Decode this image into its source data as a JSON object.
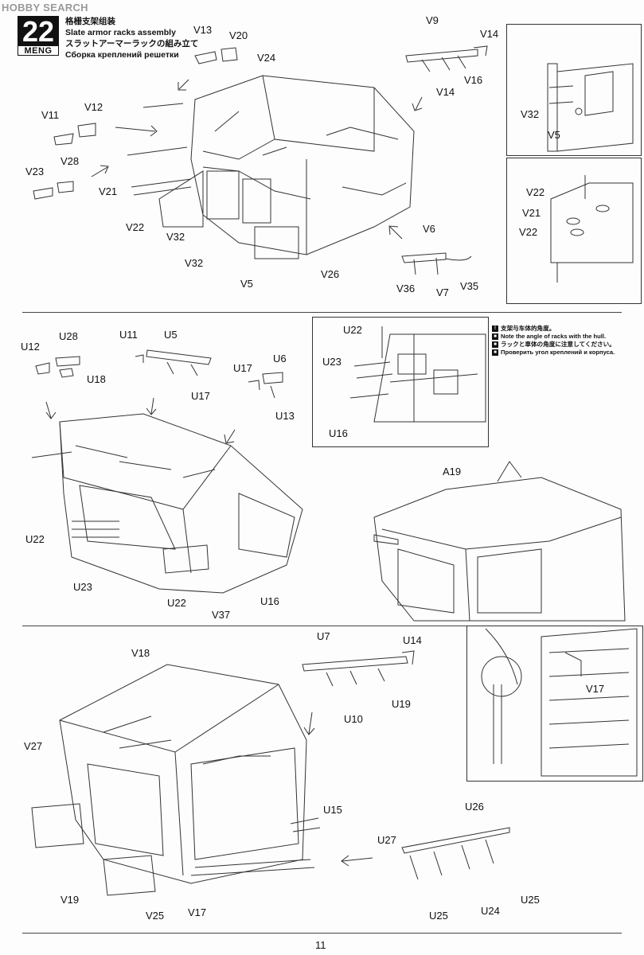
{
  "watermark": "HOBBY SEARCH",
  "step": {
    "number": "22",
    "brand": "MENG"
  },
  "title": {
    "cn": "格栅支架组装",
    "en": "Slate armor racks assembly",
    "jp": "スラットアーマーラックの組み立て",
    "ru": "Сборка креплений решетки"
  },
  "note": {
    "cn": "支架与车体的角度。",
    "en": "Note the angle of racks with the hull.",
    "jp": "ラックと車体の角度に注意してください。",
    "ru": "Проверить угол креплений и корпуса."
  },
  "page_number": "11",
  "labels": {
    "s1": [
      "V13",
      "V20",
      "V24",
      "V9",
      "V14",
      "V16",
      "V14",
      "V11",
      "V12",
      "V23",
      "V28",
      "V21",
      "V22",
      "V32",
      "V32",
      "V5",
      "V26",
      "V6",
      "V36",
      "V7",
      "V35"
    ],
    "s1_inset_a": [
      "V32",
      "V5"
    ],
    "s1_inset_b": [
      "V22",
      "V21",
      "V22"
    ],
    "s2": [
      "U12",
      "U28",
      "U18",
      "U11",
      "U5",
      "U17",
      "U17",
      "U6",
      "U13",
      "U22",
      "U23",
      "U22",
      "V37",
      "U16"
    ],
    "s2_inset": [
      "U22",
      "U23",
      "U16"
    ],
    "s2_right": [
      "A19"
    ],
    "s3": [
      "V18",
      "V27",
      "U7",
      "U14",
      "U10",
      "U19",
      "U15",
      "U26",
      "U27",
      "U25",
      "U24",
      "U25",
      "V19",
      "V25",
      "V17"
    ],
    "s3_inset": [
      "V17"
    ]
  }
}
